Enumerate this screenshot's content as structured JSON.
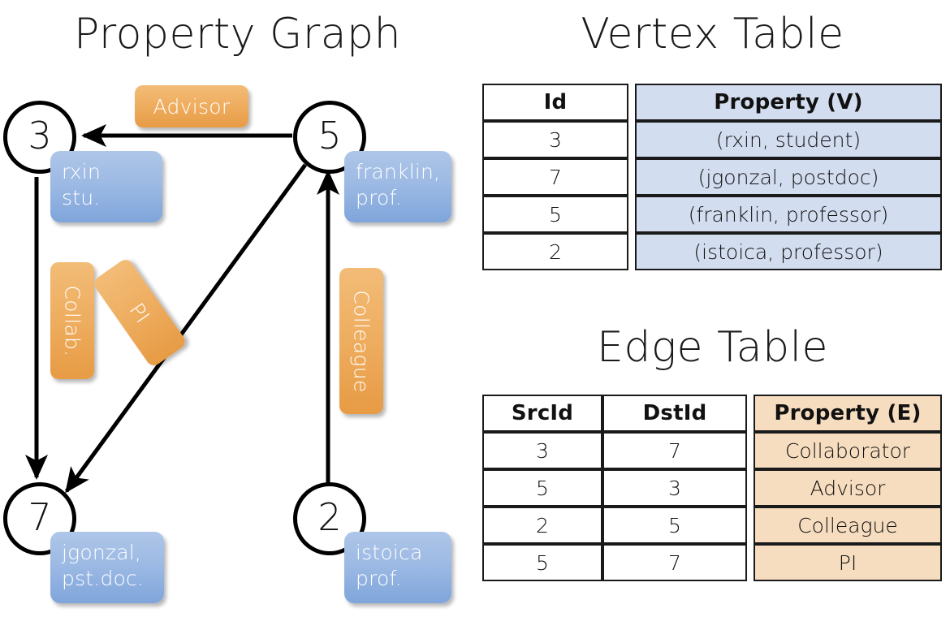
{
  "graph": {
    "title": "Property Graph",
    "nodes": [
      {
        "id": "3",
        "prop_lines": [
          "rxin",
          "stu."
        ]
      },
      {
        "id": "5",
        "prop_lines": [
          "franklin,",
          "prof."
        ]
      },
      {
        "id": "7",
        "prop_lines": [
          "jgonzal,",
          "pst.doc."
        ]
      },
      {
        "id": "2",
        "prop_lines": [
          "istoica",
          "prof."
        ]
      }
    ],
    "edge_labels": [
      {
        "text": "Advisor",
        "orientation": "horizontal"
      },
      {
        "text": "Collab.",
        "orientation": "vertical"
      },
      {
        "text": "PI",
        "orientation": "diagonal"
      },
      {
        "text": "Colleague",
        "orientation": "vertical"
      }
    ],
    "edges": [
      {
        "src": "5",
        "dst": "3",
        "label": "Advisor"
      },
      {
        "src": "3",
        "dst": "7",
        "label": "Collab."
      },
      {
        "src": "5",
        "dst": "7",
        "label": "PI"
      },
      {
        "src": "2",
        "dst": "5",
        "label": "Colleague"
      }
    ]
  },
  "vertex_table": {
    "title": "Vertex Table",
    "headers": [
      "Id",
      "Property (V)"
    ],
    "rows": [
      {
        "id": "3",
        "property": "(rxin, student)"
      },
      {
        "id": "7",
        "property": "(jgonzal, postdoc)"
      },
      {
        "id": "5",
        "property": "(franklin, professor)"
      },
      {
        "id": "2",
        "property": "(istoica, professor)"
      }
    ]
  },
  "edge_table": {
    "title": "Edge Table",
    "headers": [
      "SrcId",
      "DstId",
      "Property (E)"
    ],
    "rows": [
      {
        "src": "3",
        "dst": "7",
        "property": "Collaborator"
      },
      {
        "src": "5",
        "dst": "3",
        "property": "Advisor"
      },
      {
        "src": "2",
        "dst": "5",
        "property": "Colleague"
      },
      {
        "src": "5",
        "dst": "7",
        "property": "PI"
      }
    ]
  },
  "colors": {
    "vertex_fill": "#d3ddf0",
    "edge_fill": "#f7ddc0",
    "node_box": "#8fb0e0",
    "edge_label": "#eead5f",
    "border": "#1a1a1a",
    "background": "#ffffff"
  }
}
